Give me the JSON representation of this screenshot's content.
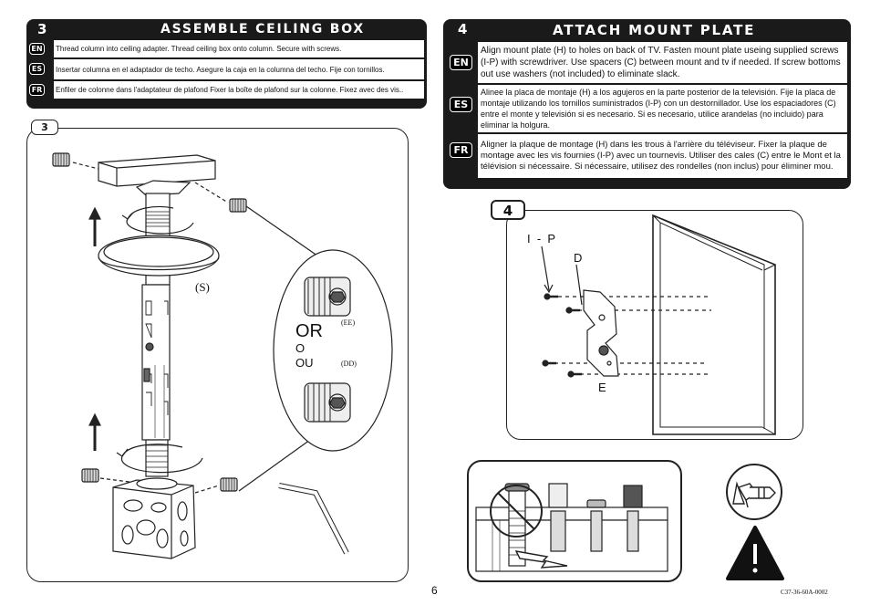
{
  "step3": {
    "number": "3",
    "title": "ASSEMBLE CEILING BOX",
    "instructions": [
      {
        "lang": "EN",
        "text": "Thread column into ceiling adapter.  Thread ceiling box onto column.  Secure with screws."
      },
      {
        "lang": "ES",
        "text": "Insertar columna en el adaptador de techo. Asegure la caja en la columna del techo. Fije con tornillos."
      },
      {
        "lang": "FR",
        "text": "Enfiler de colonne  dans l'adaptateur de plafond  Fixer la boîte de plafond sur la colonne.  Fixez avec des vis.."
      }
    ],
    "figure_tag": "3",
    "labels": {
      "s": "(S)",
      "or": "OR",
      "o": "O",
      "ou": "OU",
      "ee": "(EE)",
      "dd": "(DD)"
    }
  },
  "step4": {
    "number": "4",
    "title": "ATTACH MOUNT PLATE",
    "instructions": [
      {
        "lang": "EN",
        "text": "Align mount plate (H) to holes on back of TV.  Fasten mount plate useing supplied screws (I-P) with screwdriver.  Use spacers (C) between mount and tv if needed.  If screw bottoms out use washers (not included) to eliminate slack."
      },
      {
        "lang": "ES",
        "text": "Alinee la placa de montaje (H) a los agujeros en la parte posterior de la televisión. Fije la placa de montaje utilizando los tornillos suministrados (I-P) con un destornillador. Use los espaciadores (C) entre el monte y televisión si es necesario. Si es necesario, utilice arandelas (no incluido) para eliminar la holgura."
      },
      {
        "lang": "FR",
        "text": "Aligner la plaque de montage (H) dans les trous à l'arrière du téléviseur. Fixer la plaque de montage avec les vis fournies (I-P) avec un tournevis. Utiliser des cales (C) entre le Mont et la télévision si nécessaire. Si nécessaire, utilisez des rondelles (non inclus) pour éliminer mou."
      }
    ],
    "figure_tag": "4",
    "labels": {
      "ip": "I  -  P",
      "d": "D",
      "e": "E"
    }
  },
  "footer": {
    "page_number": "6",
    "code": "C37-36-60A-0002"
  }
}
